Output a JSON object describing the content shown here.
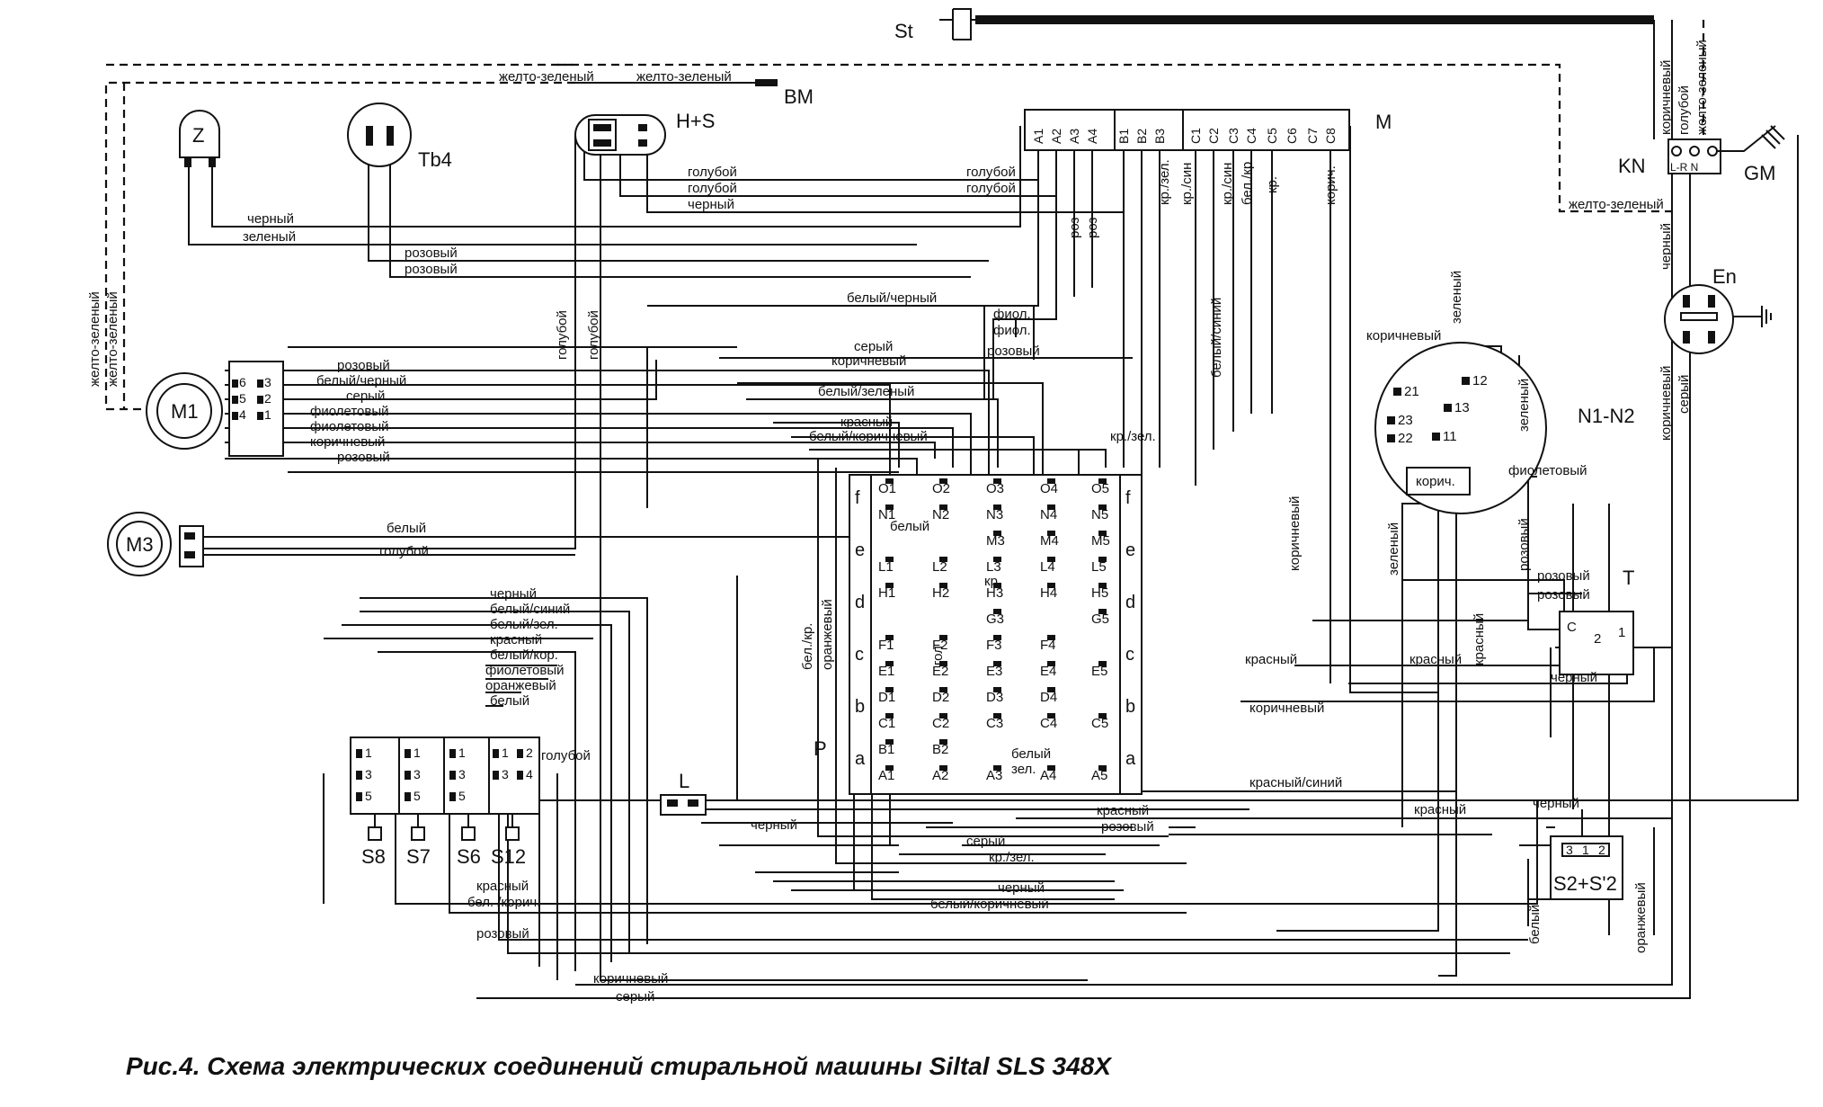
{
  "caption": "Рис.4. Схема электрических соединений стиральной машины Siltal SLS 348X",
  "components": {
    "St": "St",
    "BM": "BM",
    "Z": "Z",
    "Tb4": "Tb4",
    "HS": "H+S",
    "M": "M",
    "KN": "KN",
    "GM": "GM",
    "En": "En",
    "M1": "M1",
    "M3": "M3",
    "N1N2": "N1-N2",
    "T": "T",
    "P": "P",
    "L": "L",
    "S8": "S8",
    "S7": "S7",
    "S6": "S6",
    "S12": "S12",
    "S2S2": "S2+S'2"
  },
  "m_terminals": [
    "A1",
    "A2",
    "A3",
    "A4",
    "B1",
    "B2",
    "B3",
    "C1",
    "C2",
    "C3",
    "C4",
    "C5",
    "C6",
    "C7",
    "C8"
  ],
  "kn_terminals": "L-R N",
  "m1_pins": [
    "6",
    "3",
    "5",
    "2",
    "4",
    "1"
  ],
  "n_pins": [
    "21",
    "23",
    "22",
    "12",
    "13",
    "11"
  ],
  "t_pins": [
    "C",
    "2",
    "1"
  ],
  "s2_pins": [
    "3",
    "1",
    "2"
  ],
  "s_pins": [
    "1",
    "3",
    "5"
  ],
  "s12_pins": [
    "1",
    "2",
    "3",
    "4"
  ],
  "p_rows": [
    "f",
    "e",
    "d",
    "c",
    "b",
    "a"
  ],
  "p_contacts": [
    [
      "O1",
      "O2",
      "O3",
      "O4",
      "O5"
    ],
    [
      "N1",
      "N2",
      "N3",
      "N4",
      "N5"
    ],
    [
      "",
      "",
      "M3",
      "M4",
      "M5"
    ],
    [
      "L1",
      "L2",
      "L3",
      "L4",
      "L5"
    ],
    [
      "H1",
      "H2",
      "H3",
      "H4",
      "H5"
    ],
    [
      "",
      "",
      "G3",
      "",
      "G5"
    ],
    [
      "F1",
      "F2",
      "F3",
      "F4",
      ""
    ],
    [
      "E1",
      "E2",
      "E3",
      "E4",
      "E5"
    ],
    [
      "D1",
      "D2",
      "D3",
      "D4",
      ""
    ],
    [
      "C1",
      "C2",
      "C3",
      "C4",
      "C5"
    ],
    [
      "B1",
      "B2",
      "",
      "",
      ""
    ],
    [
      "A1",
      "A2",
      "A3",
      "A4",
      "A5"
    ]
  ],
  "wire_labels": {
    "yg1": "желто-зеленый",
    "yg2": "желто-зеленый",
    "yg_v1": "желто-зеленый",
    "yg_v2": "желто-зеленый",
    "yg_kn": "желто-зеленый",
    "yg_right": "желто-зеленый",
    "brown_kn": "коричневый",
    "blue_kn": "голубой",
    "blue1": "голубой",
    "blue2": "голубой",
    "black_hs": "черный",
    "blue_r1": "голубой",
    "blue_r2": "голубой",
    "black_z": "черный",
    "green_z": "зеленый",
    "pink_tb1": "розовый",
    "pink_tb2": "розовый",
    "blue_v1": "голубой",
    "blue_v2": "голубой",
    "m_bz": "кр./зел.",
    "m_ks": "кр./син",
    "m_ks2": "кр./син",
    "m_bk": "бел./кр",
    "m_kr": "кр.",
    "m_kor": "корич.",
    "roz1": "роз",
    "roz2": "роз",
    "bel_cher": "белый/черный",
    "fiol1": "фиол.",
    "fiol2": "фиол.",
    "roz_p": "розовый",
    "seriy": "серый",
    "korichn": "коричневый",
    "bel_zel": "белый/зеленый",
    "krasn": "красный",
    "bel_kor": "белый/коричневый",
    "kr_zel": "кр./зел.",
    "bel_sin_v": "белый/синий",
    "m1_1": "розовый",
    "m1_2": "белый/черный",
    "m1_3": "серый",
    "m1_4": "фиолетовый",
    "m1_5": "фиолетовый",
    "m1_6": "коричневый",
    "m1_7": "розовый",
    "m3_1": "белый",
    "m3_2": "голубой",
    "s_1": "черный",
    "s_2": "белый/синий",
    "s_3": "белый/зел.",
    "s_4": "красный",
    "s_5": "белый/кор.",
    "s_6": "фиолетовый",
    "s_7": "оранжевый",
    "s_8": "белый",
    "s_9": "голубой",
    "bel_kr": "бел./кр.",
    "oranzh": "оранжевый",
    "en_kor": "коричневый",
    "en_ser": "серый",
    "en_cher": "черный",
    "n_kor": "коричневый",
    "n_zel": "зеленый",
    "n_zel2": "зеленый",
    "n_fiol": "фиолетовый",
    "n_korich": "корич.",
    "kor_v": "коричневый",
    "zel_v": "зеленый",
    "roz_v": "розовый",
    "t_roz1": "розовый",
    "t_roz2": "розовый",
    "t_kr1": "красный",
    "t_kr2": "красный",
    "t_cher": "черный",
    "t_krv": "красный",
    "p_kor": "коричневый",
    "p_krsin": "красный/синий",
    "p_kr": "красный",
    "p_roz": "розовый",
    "p_kr2": "красный",
    "p_cher": "черный",
    "p_ser": "серый",
    "p_krzel": "кр./зел.",
    "p_cher2": "черный",
    "p_belkor": "белый/коричневый",
    "p_bel": "белый",
    "p_zel": "зел.",
    "p_gol": "гол",
    "p_bel_in": "белый",
    "p_kr_in": "кр.",
    "s2_cher": "черный",
    "s2_bel": "белый",
    "s2_oranzh": "оранжевый",
    "b_kr": "красный",
    "b_belkor": "бел. /корич.",
    "b_roz": "розовый",
    "b_kor": "коричневый",
    "b_ser": "серый"
  }
}
